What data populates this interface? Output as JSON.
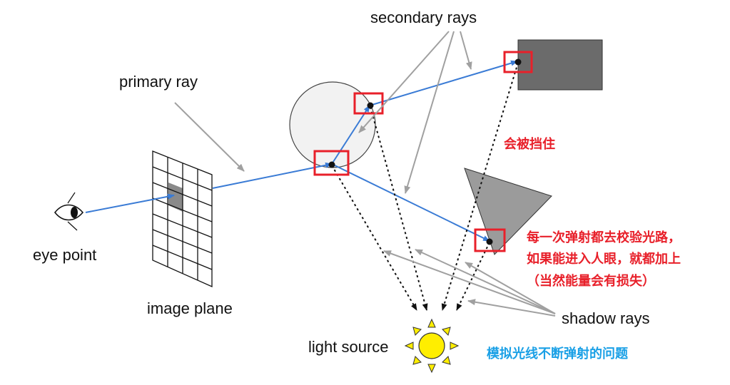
{
  "labels": {
    "secondary_rays": "secondary rays",
    "primary_ray": "primary ray",
    "eye_point": "eye point",
    "image_plane": "image plane",
    "light_source": "light source",
    "shadow_rays": "shadow rays"
  },
  "annotations": {
    "blocked": "会被挡住",
    "bounce_line1": "每一次弹射都去校验光路，",
    "bounce_line2": "如果能进入人眼，就都加上",
    "bounce_line3": "（当然能量会有损失）",
    "problem": "模拟光线不断弹射的问题"
  },
  "colors": {
    "ray": "#3a7bd5",
    "highlight_box": "#e8202a",
    "pointer": "#a0a0a0",
    "sphere_fill": "#f2f2f2",
    "box_fill": "#6b6b6b",
    "triangle_fill": "#9b9b9b",
    "sun_fill": "#ffee00",
    "annotation_red": "#e8202a",
    "annotation_blue": "#1aa0e6"
  }
}
